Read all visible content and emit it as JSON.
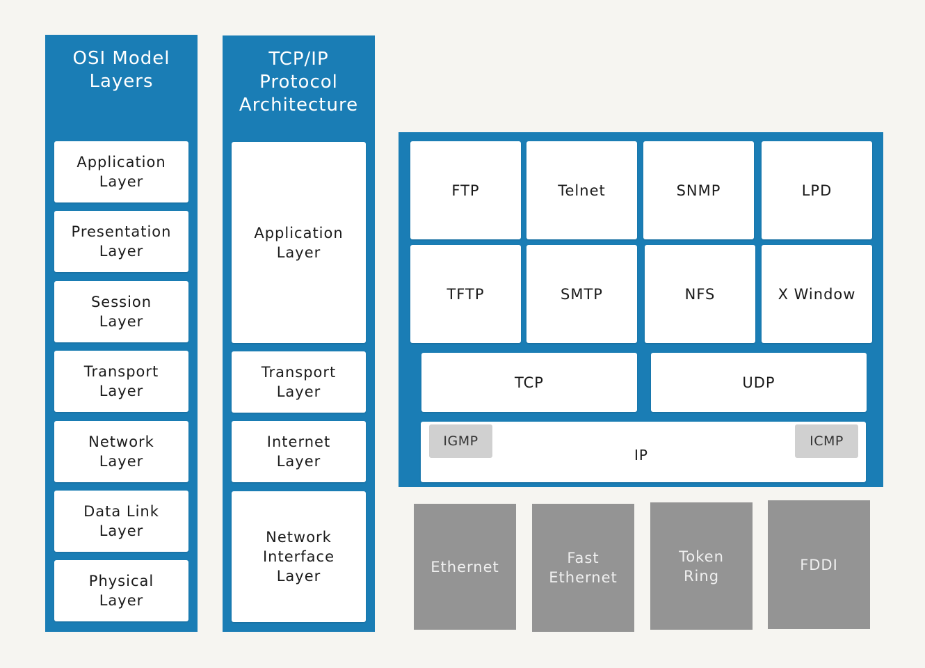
{
  "osi": {
    "title": "OSI Model\nLayers",
    "layers": [
      "Application\nLayer",
      "Presentation\nLayer",
      "Session\nLayer",
      "Transport\nLayer",
      "Network\nLayer",
      "Data Link\nLayer",
      "Physical\nLayer"
    ]
  },
  "tcpip": {
    "title": "TCP/IP\nProtocol\nArchitecture",
    "layers": [
      "Application\nLayer",
      "Transport\nLayer",
      "Internet\nLayer",
      "Network\nInterface\nLayer"
    ]
  },
  "protocols": {
    "application": [
      "FTP",
      "Telnet",
      "SNMP",
      "LPD",
      "TFTP",
      "SMTP",
      "NFS",
      "X Window"
    ],
    "transport": [
      "TCP",
      "UDP"
    ],
    "internet": {
      "label": "IP",
      "sub_left": "IGMP",
      "sub_right": "ICMP"
    },
    "network_interface": [
      "Ethernet",
      "Fast\nEthernet",
      "Token\nRing",
      "FDDI"
    ]
  },
  "colors": {
    "blue": "#1a7db5",
    "gray_box": "#949494",
    "chip": "#d0d0d0",
    "background": "#f6f5f1"
  }
}
